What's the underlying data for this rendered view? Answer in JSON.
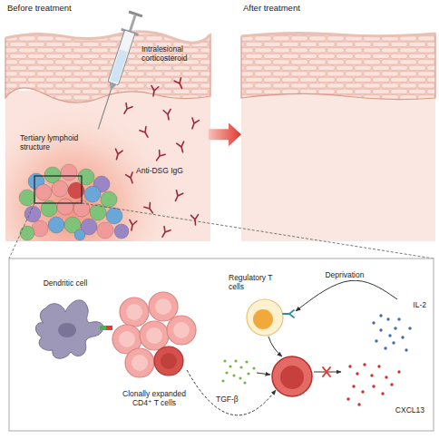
{
  "diagram": {
    "nodes": [
      {
        "text": [
          "Before treatment"
        ]
      },
      {
        "text": [
          "After treatment"
        ]
      },
      {
        "text": [
          "Dendritic cell"
        ]
      },
      {
        "text": [
          "Clonally expanded CD4⁺ T cells"
        ]
      },
      {
        "text": [
          "Regulatory T cells"
        ]
      },
      {
        "text": [
          "IL-2"
        ]
      },
      {
        "text": [
          "TGF-β"
        ]
      },
      {
        "text": [
          "CXCL13"
        ]
      }
    ],
    "edges": [
      {
        "from": 0,
        "to": 1,
        "arrow": "to"
      },
      {
        "from": 5,
        "to": 4,
        "label": "Deprivation",
        "arrow": "to"
      }
    ],
    "labels": [
      "Intralesional corticosteroid",
      "Tertiary lymphoid structure",
      "Anti-DSG IgG"
    ]
  }
}
